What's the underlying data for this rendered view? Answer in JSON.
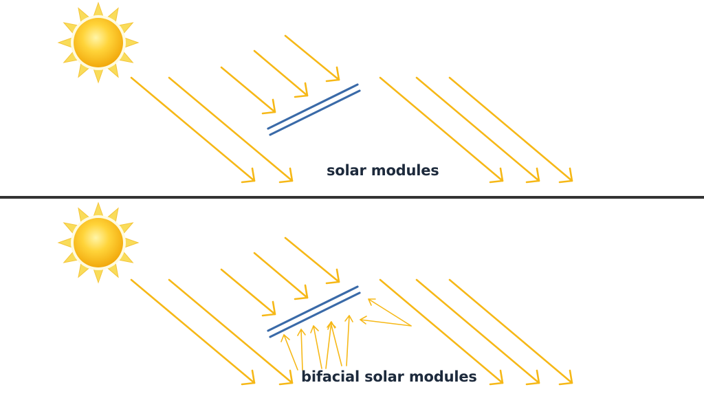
{
  "top_panel": {
    "caption": "solar modules"
  },
  "bottom_panel": {
    "caption": "bifacial solar modules"
  },
  "colors": {
    "ray": "#f6b817",
    "module": "#3a6aa8",
    "caption": "#1d2a3c",
    "divider": "#333333",
    "sun_core": "#f7c21c",
    "sun_ray": "#f9dc5a"
  },
  "icons": {
    "sun": "sun-icon",
    "module": "solar-module-icon",
    "ray": "sun-ray-arrow"
  }
}
